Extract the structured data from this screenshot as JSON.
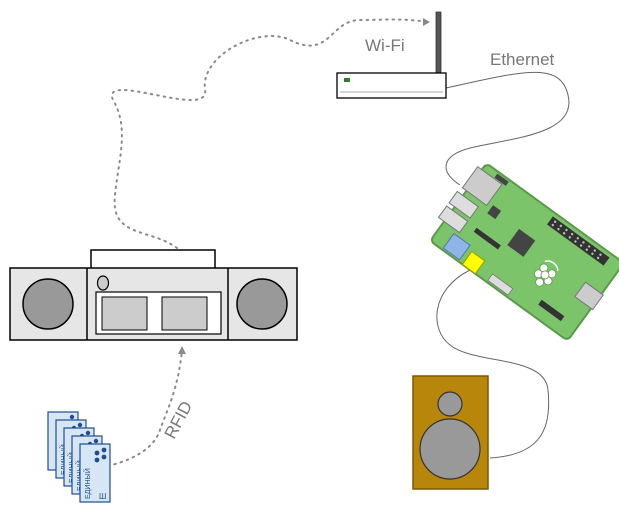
{
  "labels": {
    "wifi": "Wi-Fi",
    "ethernet": "Ethernet",
    "rfid": "RFID"
  },
  "card_text": {
    "word": "ЕДИНЫЙ",
    "letter": "Ш"
  },
  "colors": {
    "background": "#ffffff",
    "outline": "#000000",
    "boombox_body": "#e6e6e6",
    "boombox_speaker": "#999999",
    "router_body": "#ffffff",
    "router_led": "#2e7d32",
    "antenna": "#555555",
    "pi_board": "#7cc46a",
    "pi_board_edge": "#5a9a4a",
    "pi_chip": "#444444",
    "pi_port_blue": "#8fb4e8",
    "pi_port_yellow": "#ffff00",
    "pi_connector": "#cccccc",
    "speaker_cabinet": "#b8860b",
    "speaker_cone": "#999999",
    "card_fill": "#d6e6f5",
    "card_dots": "#1f4e8c",
    "link_dotted": "#8a8a8a",
    "link_cable": "#666666",
    "label_text": "#777777"
  },
  "icons": {
    "boombox": "boombox-icon",
    "router": "router-icon",
    "raspberry_pi": "raspberry-pi-icon",
    "speaker": "speaker-icon",
    "rfid_cards": "rfid-cards-icon"
  }
}
